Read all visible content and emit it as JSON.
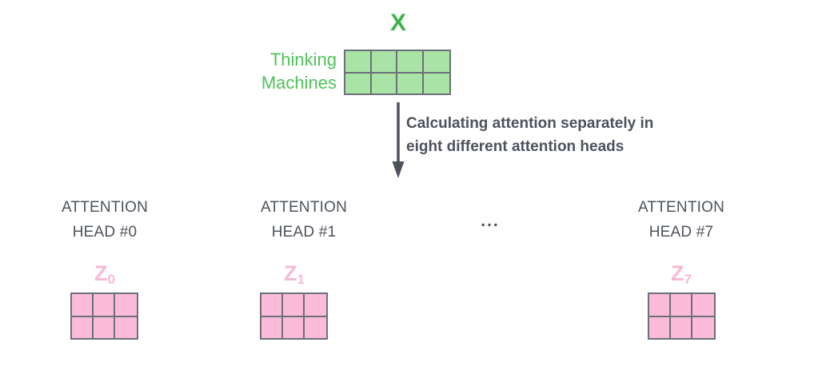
{
  "diagram": {
    "title_symbol": "X",
    "input": {
      "label_color": "#3cb44a",
      "token_rows": [
        "Thinking",
        "Machines"
      ],
      "matrix": {
        "rows": 2,
        "cols": 4,
        "fill": "#a9e3a5",
        "border": "#6b707a"
      }
    },
    "annotation": {
      "line1": "Calculating attention separately in",
      "line2": "eight different attention heads",
      "color": "#4d525c"
    },
    "arrow": {
      "name": "down-arrow",
      "color": "#4d525c"
    },
    "ellipsis": "...",
    "heads": [
      {
        "id": "head-0",
        "title_line1": "ATTENTION",
        "title_line2": "HEAD #0",
        "output_symbol": "Z",
        "output_subscript": "0",
        "matrix": {
          "rows": 2,
          "cols": 3,
          "fill": "#fcbcd9",
          "border": "#6b707a"
        }
      },
      {
        "id": "head-1",
        "title_line1": "ATTENTION",
        "title_line2": "HEAD #1",
        "output_symbol": "Z",
        "output_subscript": "1",
        "matrix": {
          "rows": 2,
          "cols": 3,
          "fill": "#fcbcd9",
          "border": "#6b707a"
        }
      },
      {
        "id": "head-7",
        "title_line1": "ATTENTION",
        "title_line2": "HEAD #7",
        "output_symbol": "Z",
        "output_subscript": "7",
        "matrix": {
          "rows": 2,
          "cols": 3,
          "fill": "#fcbcd9",
          "border": "#6b707a"
        }
      }
    ],
    "colors": {
      "green_label": "#3cb44a",
      "green_token": "#4fc35a",
      "green_cell": "#a9e3a5",
      "pink_label": "#f9b9d4",
      "pink_cell": "#fcbcd9",
      "gray_text": "#4d525c",
      "gray_border": "#6b707a",
      "background": "#ffffff"
    }
  }
}
